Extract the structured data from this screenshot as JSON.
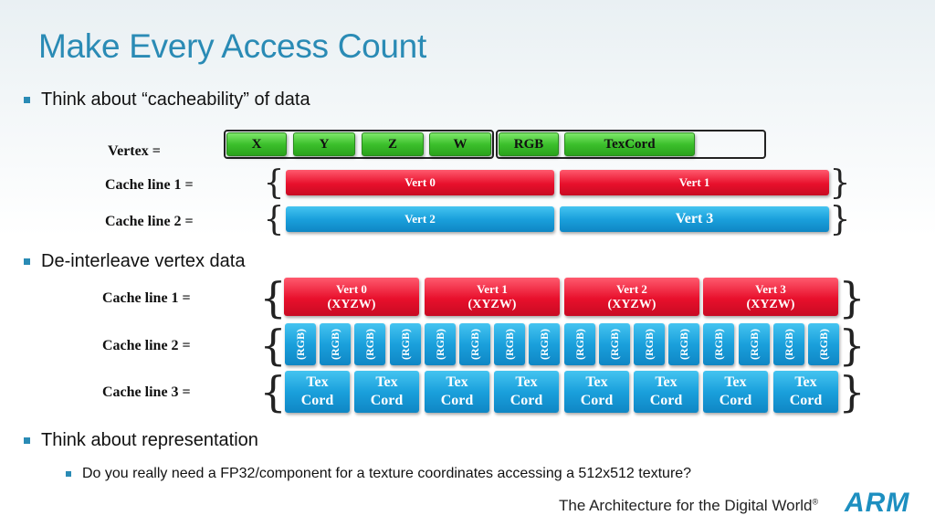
{
  "title": "Make Every Access Count",
  "bullets": {
    "b1": "Think about “cacheability” of data",
    "b2": "De-interleave vertex data",
    "b3": "Think about representation",
    "b3_sub": "Do you really need a FP32/component for a texture coordinates accessing a 512x512 texture?"
  },
  "vertex": {
    "label": "Vertex =",
    "fields": [
      "X",
      "Y",
      "Z",
      "W",
      "RGB",
      "TexCord"
    ]
  },
  "section1": {
    "cache1_label": "Cache line 1 =",
    "cache2_label": "Cache line 2 =",
    "cache1": [
      "Vert 0",
      "Vert 1"
    ],
    "cache2": [
      "Vert 2",
      "Vert 3"
    ]
  },
  "section2": {
    "cache1_label": "Cache line 1 =",
    "cache2_label": "Cache line 2 =",
    "cache3_label": "Cache line 3 =",
    "xyzw": [
      {
        "l1": "Vert 0",
        "l2": "(XYZW)"
      },
      {
        "l1": "Vert 1",
        "l2": "(XYZW)"
      },
      {
        "l1": "Vert 2",
        "l2": "(XYZW)"
      },
      {
        "l1": "Vert 3",
        "l2": "(XYZW)"
      }
    ],
    "rgb": [
      "(RGB)",
      "(RGB)",
      "(RGB)",
      "(RGB)",
      "(RGB)",
      "(RGB)",
      "(RGB)",
      "(RGB)",
      "(RGB)",
      "(RGB)",
      "(RGB)",
      "(RGB)",
      "(RGB)",
      "(RGB)",
      "(RGB)",
      "(RGB)"
    ],
    "texcord": [
      {
        "l1": "Tex",
        "l2": "Cord"
      },
      {
        "l1": "Tex",
        "l2": "Cord"
      },
      {
        "l1": "Tex",
        "l2": "Cord"
      },
      {
        "l1": "Tex",
        "l2": "Cord"
      },
      {
        "l1": "Tex",
        "l2": "Cord"
      },
      {
        "l1": "Tex",
        "l2": "Cord"
      },
      {
        "l1": "Tex",
        "l2": "Cord"
      },
      {
        "l1": "Tex",
        "l2": "Cord"
      }
    ]
  },
  "footer": {
    "tagline": "The Architecture for the Digital World",
    "logo": "ARM",
    "registered": "®"
  },
  "colors": {
    "accent": "#2a8bb5",
    "green": "#3cc02c",
    "red": "#e8102c",
    "blue": "#1aa0dc"
  }
}
